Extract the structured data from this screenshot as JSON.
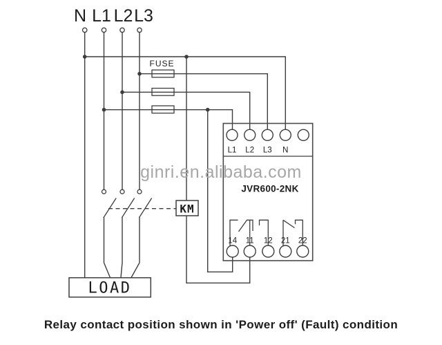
{
  "caption": "Relay contact position shown in 'Power off' (Fault) condition",
  "supply": {
    "labels": [
      "N",
      "L1",
      "L2",
      "L3"
    ]
  },
  "fuse": {
    "label": "FUSE"
  },
  "relay": {
    "model": "JVR600-2NK",
    "top_terminals": [
      "L1",
      "L2",
      "L3",
      "N"
    ],
    "bottom_terminals": [
      "14",
      "11",
      "12",
      "21",
      "22"
    ]
  },
  "contactor": {
    "label": "KM"
  },
  "load": {
    "label": "LOAD"
  },
  "watermark": {
    "text": "ginri.en.alibaba.com"
  },
  "colors": {
    "line": "#3d3d3d",
    "text": "#1c1c1c",
    "watermark": "#a7a7a7",
    "background": "#ffffff"
  }
}
